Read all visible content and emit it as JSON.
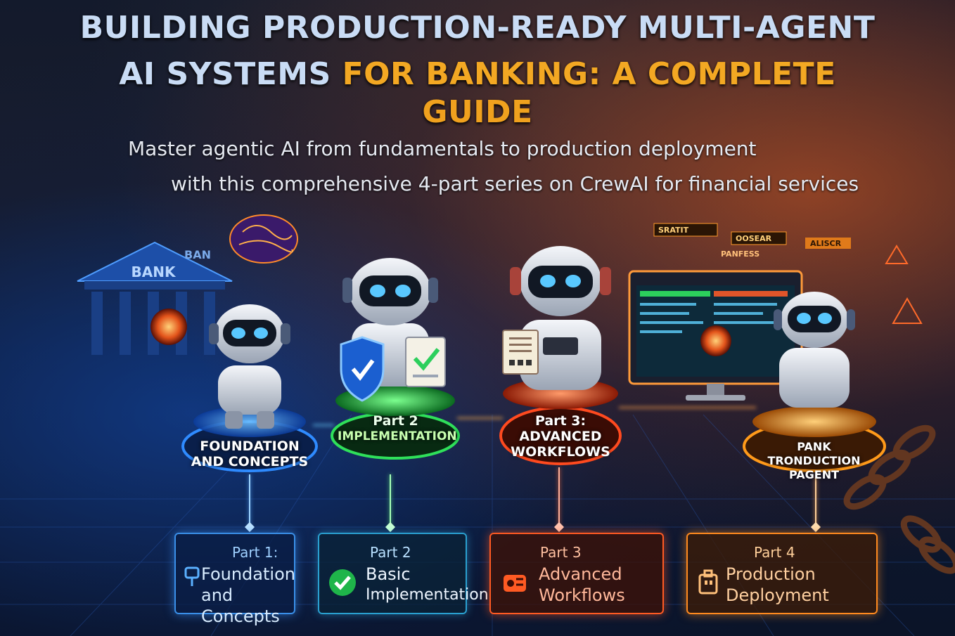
{
  "title": {
    "line1": "BUILDING PRODUCTION-READY MULTI-AGENT",
    "line2_part1": "AI SYSTEMS",
    "line2_part2": "FOR BANKING: A COMPLETE",
    "line3": "GUIDE"
  },
  "subtitle": {
    "line1": "Master  agentic AI from fundamentals to production deployment",
    "line2": "with this comprehensive 4-part series on CrewAI for financial services"
  },
  "scene": {
    "bank_sign": "BANK",
    "bank_small": "BAN",
    "screen_tags": [
      "SRATIT",
      "OOSEAR",
      "ALISCR",
      "PANFESS"
    ],
    "colors": {
      "blue": "#1e7bff",
      "green": "#27d04a",
      "red": "#ff4a1f",
      "orange": "#ff8a1a"
    }
  },
  "platforms": [
    {
      "label_line1": "FOUNDATION",
      "label_line2": "AND CONCEPTS"
    },
    {
      "label_line1": "Part 2",
      "label_line2": "IMPLEMENTATION"
    },
    {
      "label_line1": "Part 3:",
      "label_line2": "ADVANCED",
      "label_line3": "WORKFLOWS"
    },
    {
      "label_line1": "PANK TRONDUCTION",
      "label_line2": "PAGENT"
    }
  ],
  "cards": [
    {
      "part": "Part 1:",
      "line1": "Foundation",
      "line2": "and Concepts",
      "icon": "pin-icon",
      "color": "#3aa0ff"
    },
    {
      "part": "Part 2",
      "line1": "Basic",
      "line2": "Implementation",
      "icon": "check-circle-icon",
      "color": "#2ccf5c"
    },
    {
      "part": "Part 3",
      "line1": "Advanced",
      "line2": "Workflows",
      "icon": "workflow-icon",
      "color": "#ff5a23"
    },
    {
      "part": "Part 4",
      "line1": "Production",
      "line2": "Deployment",
      "icon": "building-icon",
      "color": "#ff8a1f"
    }
  ]
}
